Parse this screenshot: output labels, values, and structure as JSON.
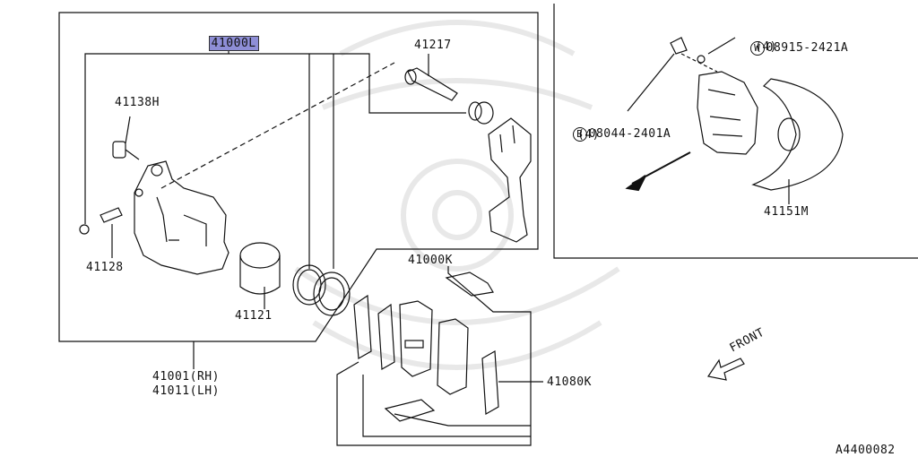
{
  "labels": {
    "main_assembly": "41000L",
    "pin": "41217",
    "bleeder_cap": "41138H",
    "bleeder_screw": "41128",
    "piston": "41121",
    "pad_kit": "41000K",
    "shim_kit": "41080K",
    "caliper_rh": "41001(RH)",
    "caliper_lh": "41011(LH)",
    "washer_mark": "W",
    "washer_part": "08915-2421A",
    "washer_qty": "(4)",
    "bolt_mark": "B",
    "bolt_part": "08044-2401A",
    "bolt_qty": "(4)",
    "baffle": "41151M",
    "front": "FRONT",
    "diagram_id": "A4400082"
  },
  "colors": {
    "highlight": "#8e8ed6",
    "line": "#111111"
  }
}
